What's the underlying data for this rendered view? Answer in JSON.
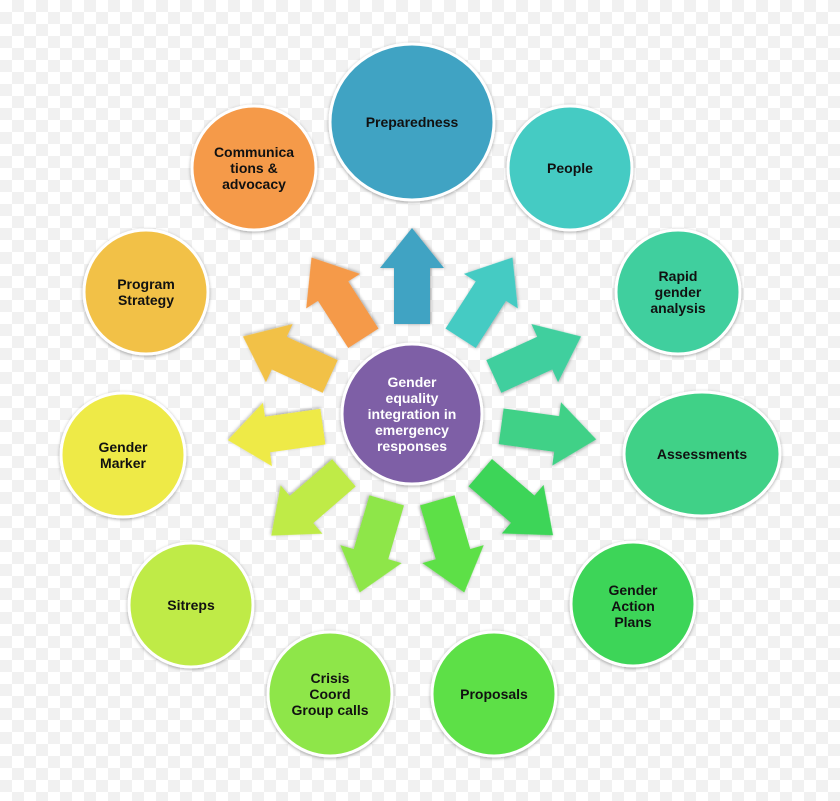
{
  "center": {
    "label": "Gender\nequality\nintegration in\nemergency\nresponses",
    "color": "#7e5ea6"
  },
  "nodes": [
    {
      "id": "preparedness",
      "label": "Preparedness",
      "color": "#3fa3c3"
    },
    {
      "id": "people",
      "label": "People",
      "color": "#45cbc3"
    },
    {
      "id": "rapid-gender-analysis",
      "label": "Rapid\ngender\nanalysis",
      "color": "#40cf9e"
    },
    {
      "id": "assessments",
      "label": "Assessments",
      "color": "#40d187"
    },
    {
      "id": "gender-action-plans",
      "label": "Gender\nAction\nPlans",
      "color": "#3ed558"
    },
    {
      "id": "proposals",
      "label": "Proposals",
      "color": "#5de047"
    },
    {
      "id": "crisis-coord-group-calls",
      "label": "Crisis\nCoord\nGroup calls",
      "color": "#8ee649"
    },
    {
      "id": "sitreps",
      "label": "Sitreps",
      "color": "#bfeb47"
    },
    {
      "id": "gender-marker",
      "label": "Gender\nMarker",
      "color": "#eeea46"
    },
    {
      "id": "program-strategy",
      "label": "Program\nStrategy",
      "color": "#f2c146"
    },
    {
      "id": "communications-advocacy",
      "label": "Communica\ntions &\nadvocacy",
      "color": "#f59a48"
    }
  ],
  "arrows": [
    {
      "target": "preparedness",
      "color": "#3fa3c3"
    },
    {
      "target": "people",
      "color": "#45cbc3"
    },
    {
      "target": "rapid-gender-analysis",
      "color": "#40cf9e"
    },
    {
      "target": "assessments",
      "color": "#40d187"
    },
    {
      "target": "gender-action-plans",
      "color": "#3ed558"
    },
    {
      "target": "proposals",
      "color": "#5de047"
    },
    {
      "target": "crisis-coord-group-calls",
      "color": "#8ee649"
    },
    {
      "target": "sitreps",
      "color": "#bfeb47"
    },
    {
      "target": "gender-marker",
      "color": "#eeea46"
    },
    {
      "target": "program-strategy",
      "color": "#f2c146"
    },
    {
      "target": "communications-advocacy",
      "color": "#f59a48"
    }
  ]
}
